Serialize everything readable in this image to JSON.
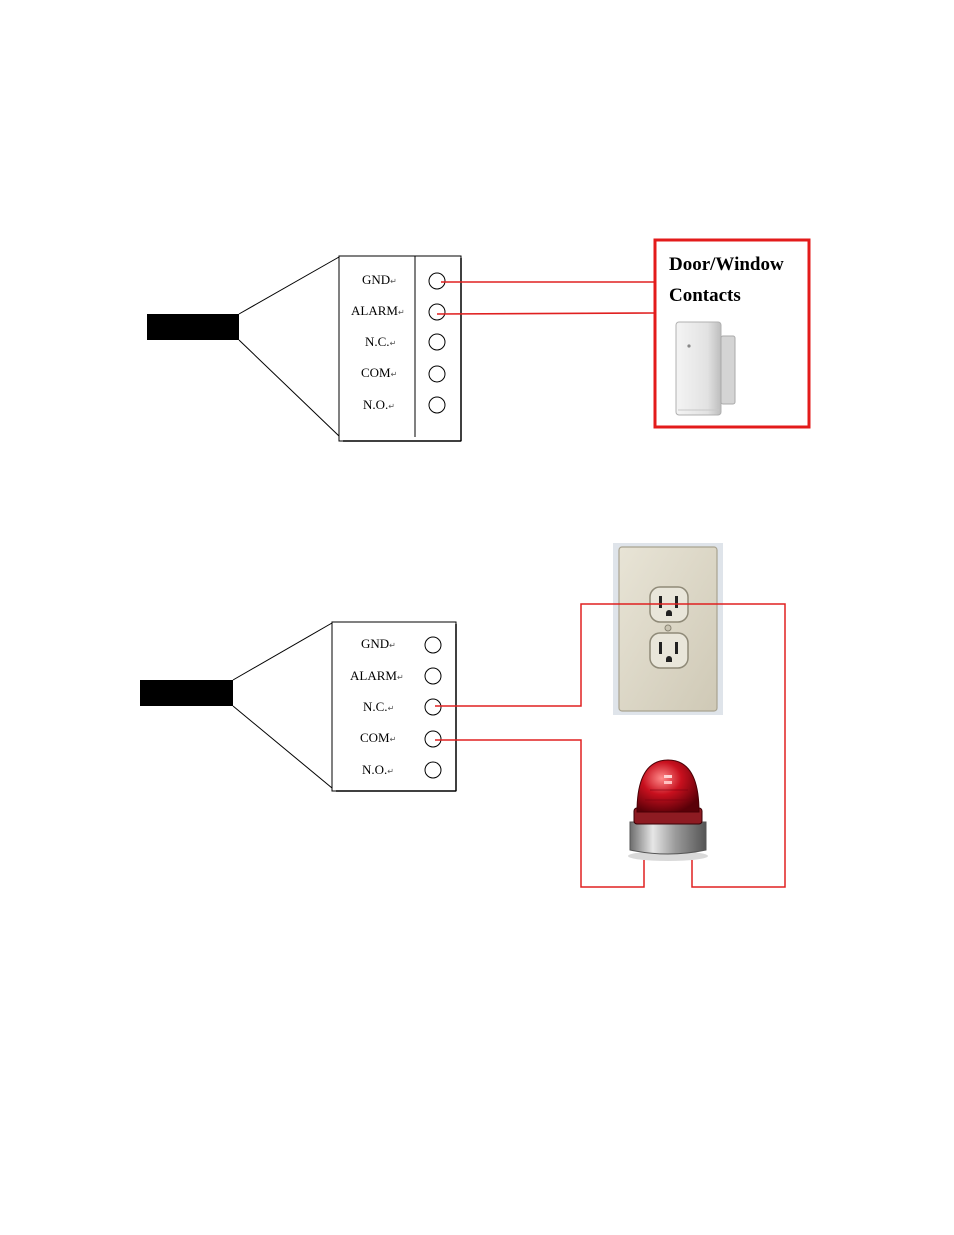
{
  "diagram1": {
    "terminals": [
      "GND",
      "ALARM",
      "N.C.",
      "COM",
      "N.O."
    ],
    "device": {
      "title_line1": "Door/Window",
      "title_line2": "Contacts",
      "image": "door-window-contact-sensor"
    }
  },
  "diagram2": {
    "terminals": [
      "GND",
      "ALARM",
      "N.C.",
      "COM",
      "N.O."
    ],
    "devices": [
      "power-outlet",
      "red-beacon-light"
    ]
  },
  "colors": {
    "wire": "#e02020",
    "device_border": "#e31b1b",
    "cable": "#000000"
  },
  "return_mark": "↵"
}
